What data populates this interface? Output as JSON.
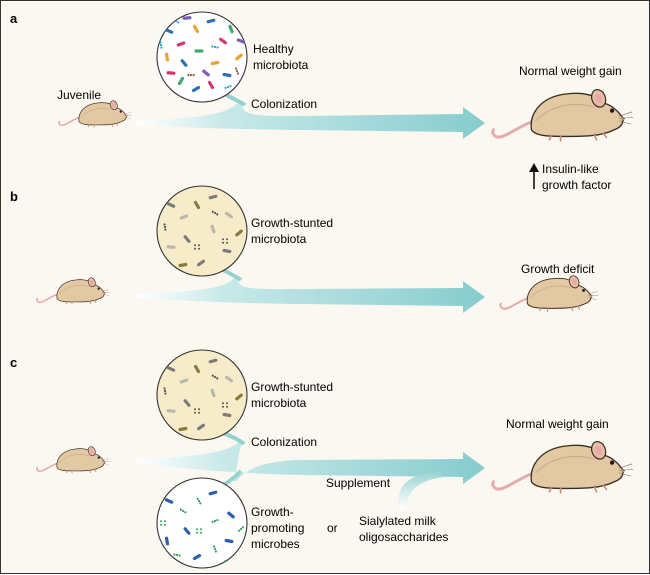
{
  "panels": {
    "a": {
      "letter": "a",
      "juvenile_label": "Juvenile",
      "microbiota_label_1": "Healthy",
      "microbiota_label_2": "microbiota",
      "arrow_label": "Colonization",
      "outcome_label": "Normal weight gain",
      "igf_label_1": "Insulin-like",
      "igf_label_2": "growth factor"
    },
    "b": {
      "letter": "b",
      "microbiota_label_1": "Growth-stunted",
      "microbiota_label_2": "microbiota",
      "outcome_label": "Growth deficit"
    },
    "c": {
      "letter": "c",
      "microbiota_label_1": "Growth-stunted",
      "microbiota_label_2": "microbiota",
      "arrow_label": "Colonization",
      "supplement_label": "Supplement",
      "microbes_label_1": "Growth-",
      "microbes_label_2": "promoting",
      "microbes_label_3": "microbes",
      "or_label": "or",
      "milk_label_1": "Sialylated milk",
      "milk_label_2": "oligosaccharides",
      "outcome_label": "Normal weight gain"
    }
  },
  "colors": {
    "background": "#fbf8f1",
    "arrow": "#8fcfcf",
    "mouse_fur": "#e2c9a4",
    "mouse_tail": "#e7a9a9",
    "dish_healthy": "#ffffff",
    "dish_stunted": "#f6ecc9",
    "dish_promoting": "#ffffff"
  }
}
